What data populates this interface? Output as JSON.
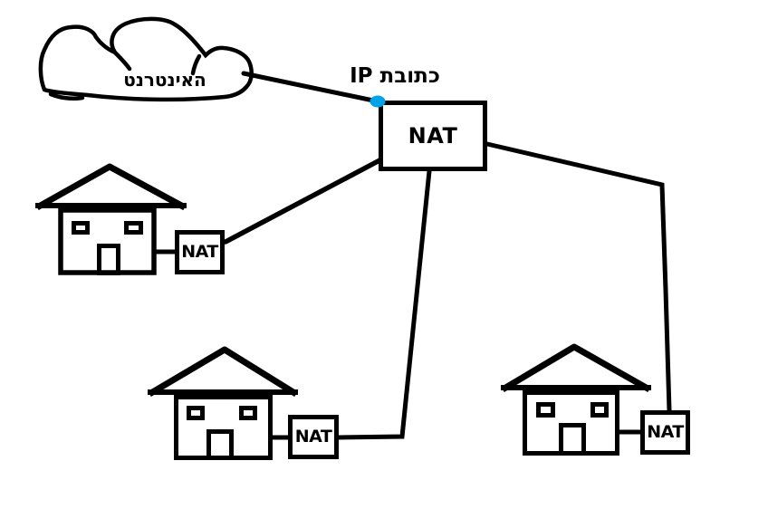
{
  "diagram": {
    "colors": {
      "background": "#ffffff",
      "ink": "#000000",
      "ip_dot": "#00a2e8"
    },
    "cloud": {
      "label": "האינטרנט"
    },
    "router": {
      "label": "NAT",
      "ip_label": "כתובת IP"
    },
    "houses": [
      {
        "nat_label": "NAT"
      },
      {
        "nat_label": "NAT"
      },
      {
        "nat_label": "NAT"
      }
    ]
  }
}
